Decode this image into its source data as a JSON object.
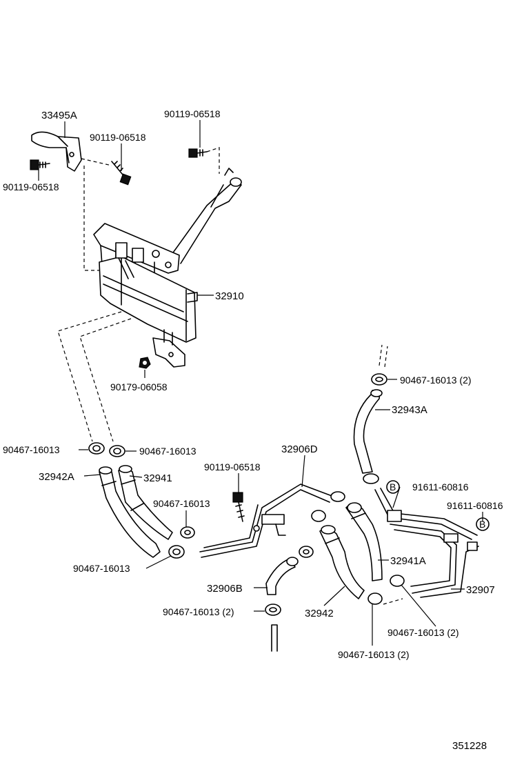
{
  "diagram": {
    "labels": {
      "p33495A": "33495A",
      "p90119_top": "90119-06518",
      "p90119_mid": "90119-06518",
      "p90119_left": "90119-06518",
      "p32910": "32910",
      "p90179": "90179-06058",
      "p90467_1": "90467-16013 (2)",
      "p32943A": "32943A",
      "p90467_2": "90467-16013",
      "p90467_3": "90467-16013",
      "p32906D": "32906D",
      "p32942A": "32942A",
      "p32941": "32941",
      "p90119_low": "90119-06518",
      "p91611_1": "91611-60816",
      "p91611_2": "91611-60816",
      "p90467_4": "90467-16013",
      "p32941A": "32941A",
      "p90467_5": "90467-16013",
      "p32906B": "32906B",
      "p32907": "32907",
      "p90467_6": "90467-16013 (2)",
      "p32942": "32942",
      "p90467_7": "90467-16013 (2)",
      "p90467_8": "90467-16013 (2)",
      "ref_b1": "B",
      "ref_b2": "B",
      "catalog_number": "351228"
    }
  }
}
